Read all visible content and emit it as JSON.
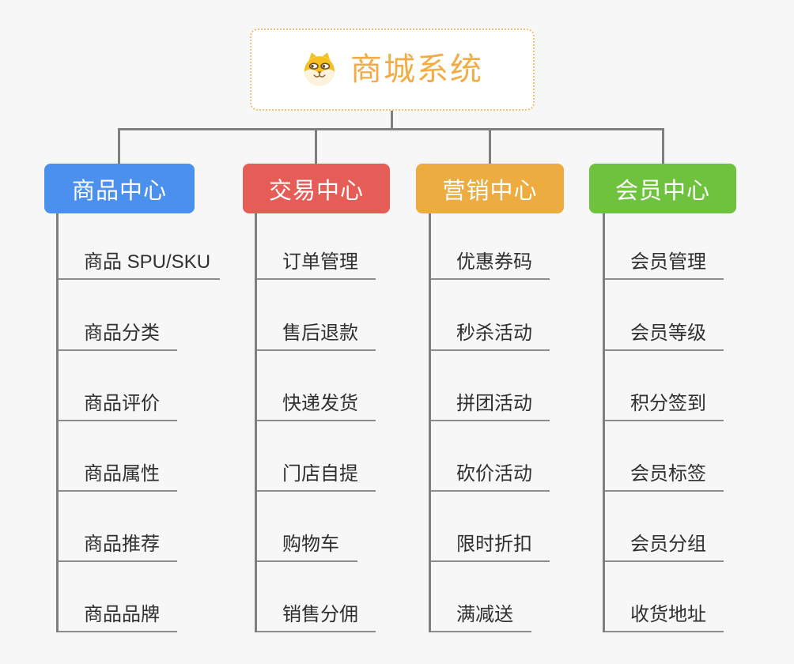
{
  "root": {
    "title": "商城系统",
    "icon": "dog-face-icon"
  },
  "branches": [
    {
      "label": "商品中心",
      "color": "#4A90EC",
      "children": [
        "商品 SPU/SKU",
        "商品分类",
        "商品评价",
        "商品属性",
        "商品推荐",
        "商品品牌"
      ]
    },
    {
      "label": "交易中心",
      "color": "#E65D58",
      "children": [
        "订单管理",
        "售后退款",
        "快递发货",
        "门店自提",
        "购物车",
        "销售分佣"
      ]
    },
    {
      "label": "营销中心",
      "color": "#EDAC40",
      "children": [
        "优惠券码",
        "秒杀活动",
        "拼团活动",
        "砍价活动",
        "限时折扣",
        "满减送"
      ]
    },
    {
      "label": "会员中心",
      "color": "#6FC23D",
      "children": [
        "会员管理",
        "会员等级",
        "积分签到",
        "会员标签",
        "会员分组",
        "收货地址"
      ]
    }
  ],
  "colors": {
    "background": "#F7F7F7",
    "connector": "#7F7F7F",
    "item_line": "#8C8C8C",
    "item_text": "#2F2F2F",
    "root_text": "#F2AC45",
    "root_border": "#F5C27B"
  }
}
